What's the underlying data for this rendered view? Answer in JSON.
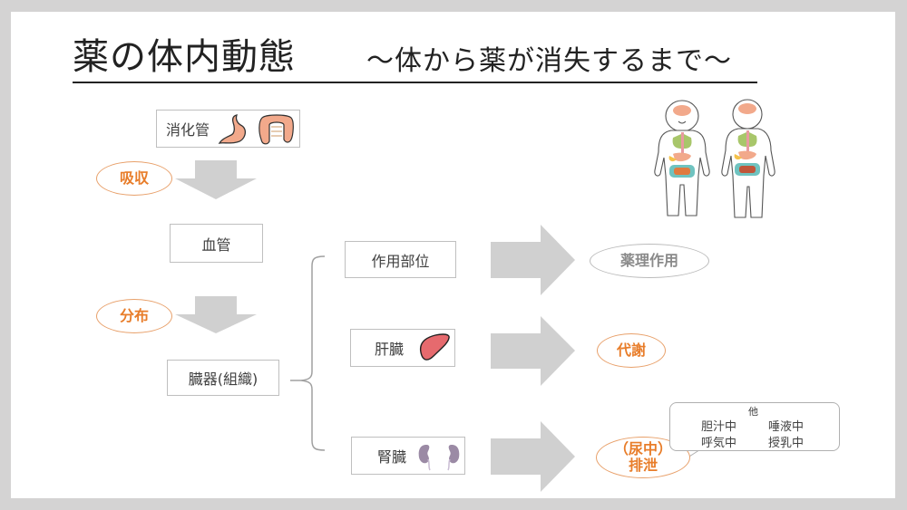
{
  "slide": {
    "title": "薬の体内動態",
    "subtitle": "～体から薬が消失するまで～"
  },
  "nodes": {
    "digestive_tract": "消化管",
    "blood_vessel": "血管",
    "organ_tissue": "臓器(組織)",
    "site_of_action": "作用部位",
    "liver": "肝臓",
    "kidney": "腎臓"
  },
  "processes": {
    "absorption": "吸収",
    "distribution": "分布",
    "pharmacological_action": "薬理作用",
    "metabolism": "代謝",
    "excretion_line1": "（尿中）",
    "excretion_line2": "排泄"
  },
  "callout": {
    "header": "他",
    "items": [
      "胆汁中",
      "唾液中",
      "呼気中",
      "授乳中"
    ]
  },
  "icons": {
    "stomach": "stomach-icon",
    "intestine": "intestine-icon",
    "liver": "liver-icon",
    "kidney": "kidney-icon",
    "body_figures": "human-body-organs-icon"
  },
  "colors": {
    "accent_orange": "#e87d2a",
    "arrow_gray": "#d0d0d0",
    "liver_red": "#e66a6e",
    "kidney_purple": "#9b8aa5"
  }
}
